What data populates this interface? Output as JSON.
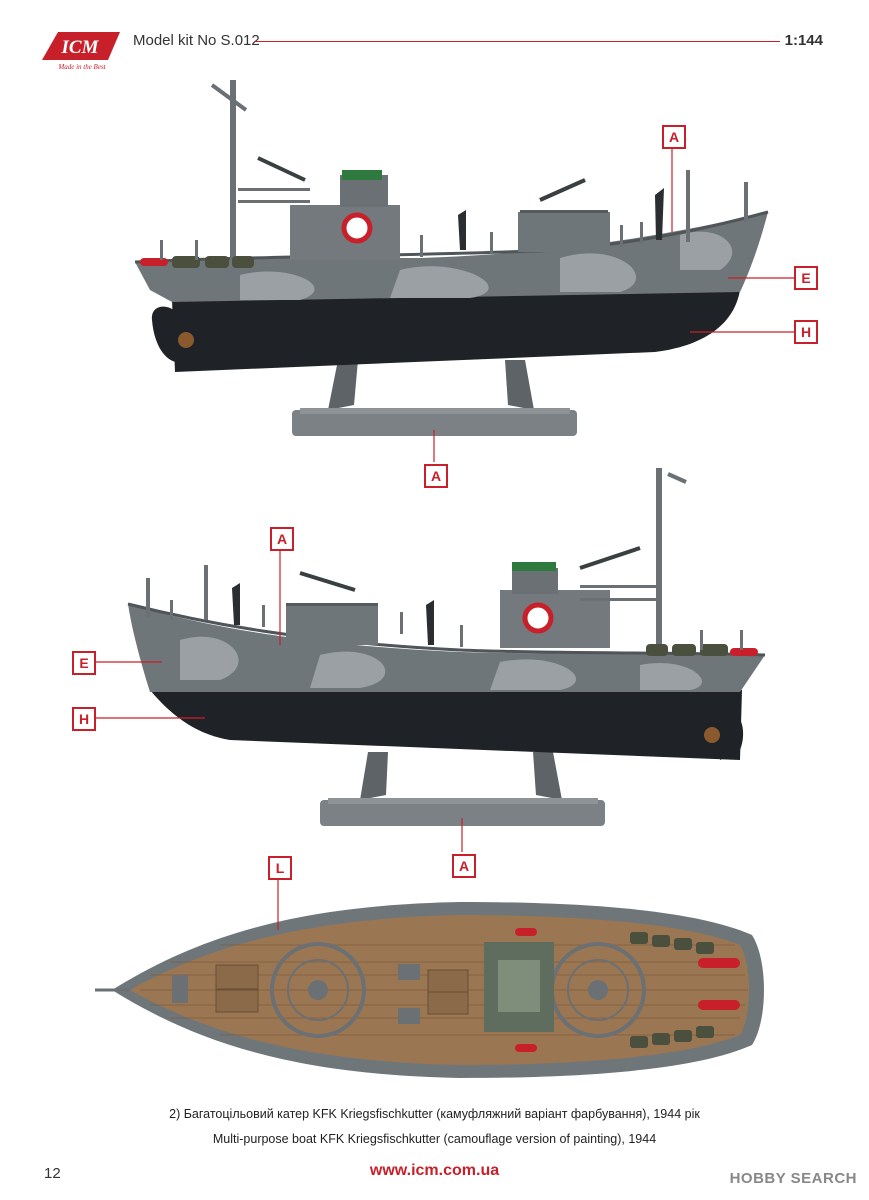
{
  "header": {
    "logo_text": "ICM",
    "logo_tagline": "Made in the Best",
    "model_kit": "Model kit No S.012",
    "scale": "1:144"
  },
  "callouts": {
    "top_A": "A",
    "top_E": "E",
    "top_H": "H",
    "top_stand_A": "A",
    "mid_A": "A",
    "mid_E": "E",
    "mid_H": "H",
    "mid_stand_A": "A",
    "deck_L": "L"
  },
  "colors": {
    "accent": "#c8202a",
    "hull_grey": "#6f7679",
    "hull_dark": "#1f2226",
    "camo_light": "#9aa0a3",
    "deck_wood": "#9b7652",
    "stand_grey": "#7b8184"
  },
  "caption": {
    "ukrainian": "2) Багатоцільовий катер KFK Kriegsfischkutter (камуфляжний варіант фарбування), 1944 рік",
    "english": "Multi-purpose boat KFK Kriegsfischkutter (camouflage version of painting), 1944"
  },
  "footer": {
    "page_number": "12",
    "website": "www.icm.com.ua",
    "watermark": "HOBBY SEARCH"
  }
}
